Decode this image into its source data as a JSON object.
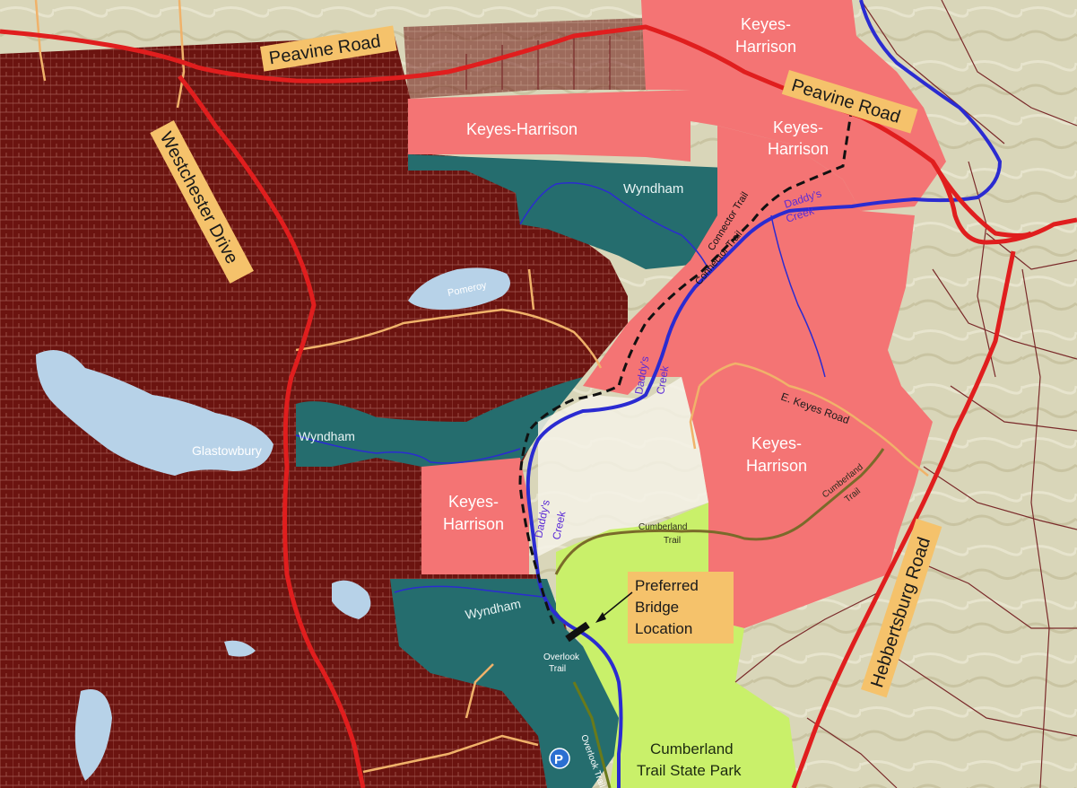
{
  "map": {
    "roads": {
      "peavine_left": "Peavine Road",
      "peavine_right": "Peavine Road",
      "westchester": "Westchester Drive",
      "hebbertsburg": "Hebbertsburg Road",
      "e_keyes": "E. Keyes Road"
    },
    "areas": {
      "keyes_harrison": "Keyes-Harrison",
      "keyes_line1": "Keyes-",
      "keyes_line2": "Harrison",
      "wyndham": "Wyndham",
      "cumberland_park_line1": "Cumberland",
      "cumberland_park_line2": "Trail State Park"
    },
    "lakes": {
      "glastowbury": "Glastowbury",
      "pomeroy": "Pomeroy"
    },
    "trails": {
      "connector_1": "Connector Trail",
      "connector_2": "Connector Trail",
      "cumberland_1_line1": "Cumberland",
      "cumberland_1_line2": "Trail",
      "cumberland_2_line1": "Cumberland",
      "cumberland_2_line2": "Trail",
      "overlook_line1": "Overlook",
      "overlook_line2": "Trail",
      "overlook_2": "Overlook Trail"
    },
    "creeks": {
      "daddys_1_line1": "Daddy's",
      "daddys_1_line2": "Creek",
      "daddys_2_line1": "Daddy's",
      "daddys_2_line2": "Creek",
      "daddys_3_line1": "Daddy's",
      "daddys_3_line2": "Creek"
    },
    "callout": {
      "line1": "Preferred",
      "line2": "Bridge",
      "line3": "Location"
    },
    "parking": "P",
    "colors": {
      "terrain": "#d9d6b9",
      "residential": "#6b1410",
      "keyes_harrison": "#f47474",
      "wyndham": "#256d6e",
      "state_park": "#c9f06a",
      "lake": "#b7d2e8",
      "main_road": "#e01e1e",
      "creek": "#2b2bd1",
      "local_road": "#f0b26a",
      "trail_brown": "#7a6a2a",
      "label_box": "#f5c26b",
      "parcel_line": "#7a2a2a"
    }
  }
}
